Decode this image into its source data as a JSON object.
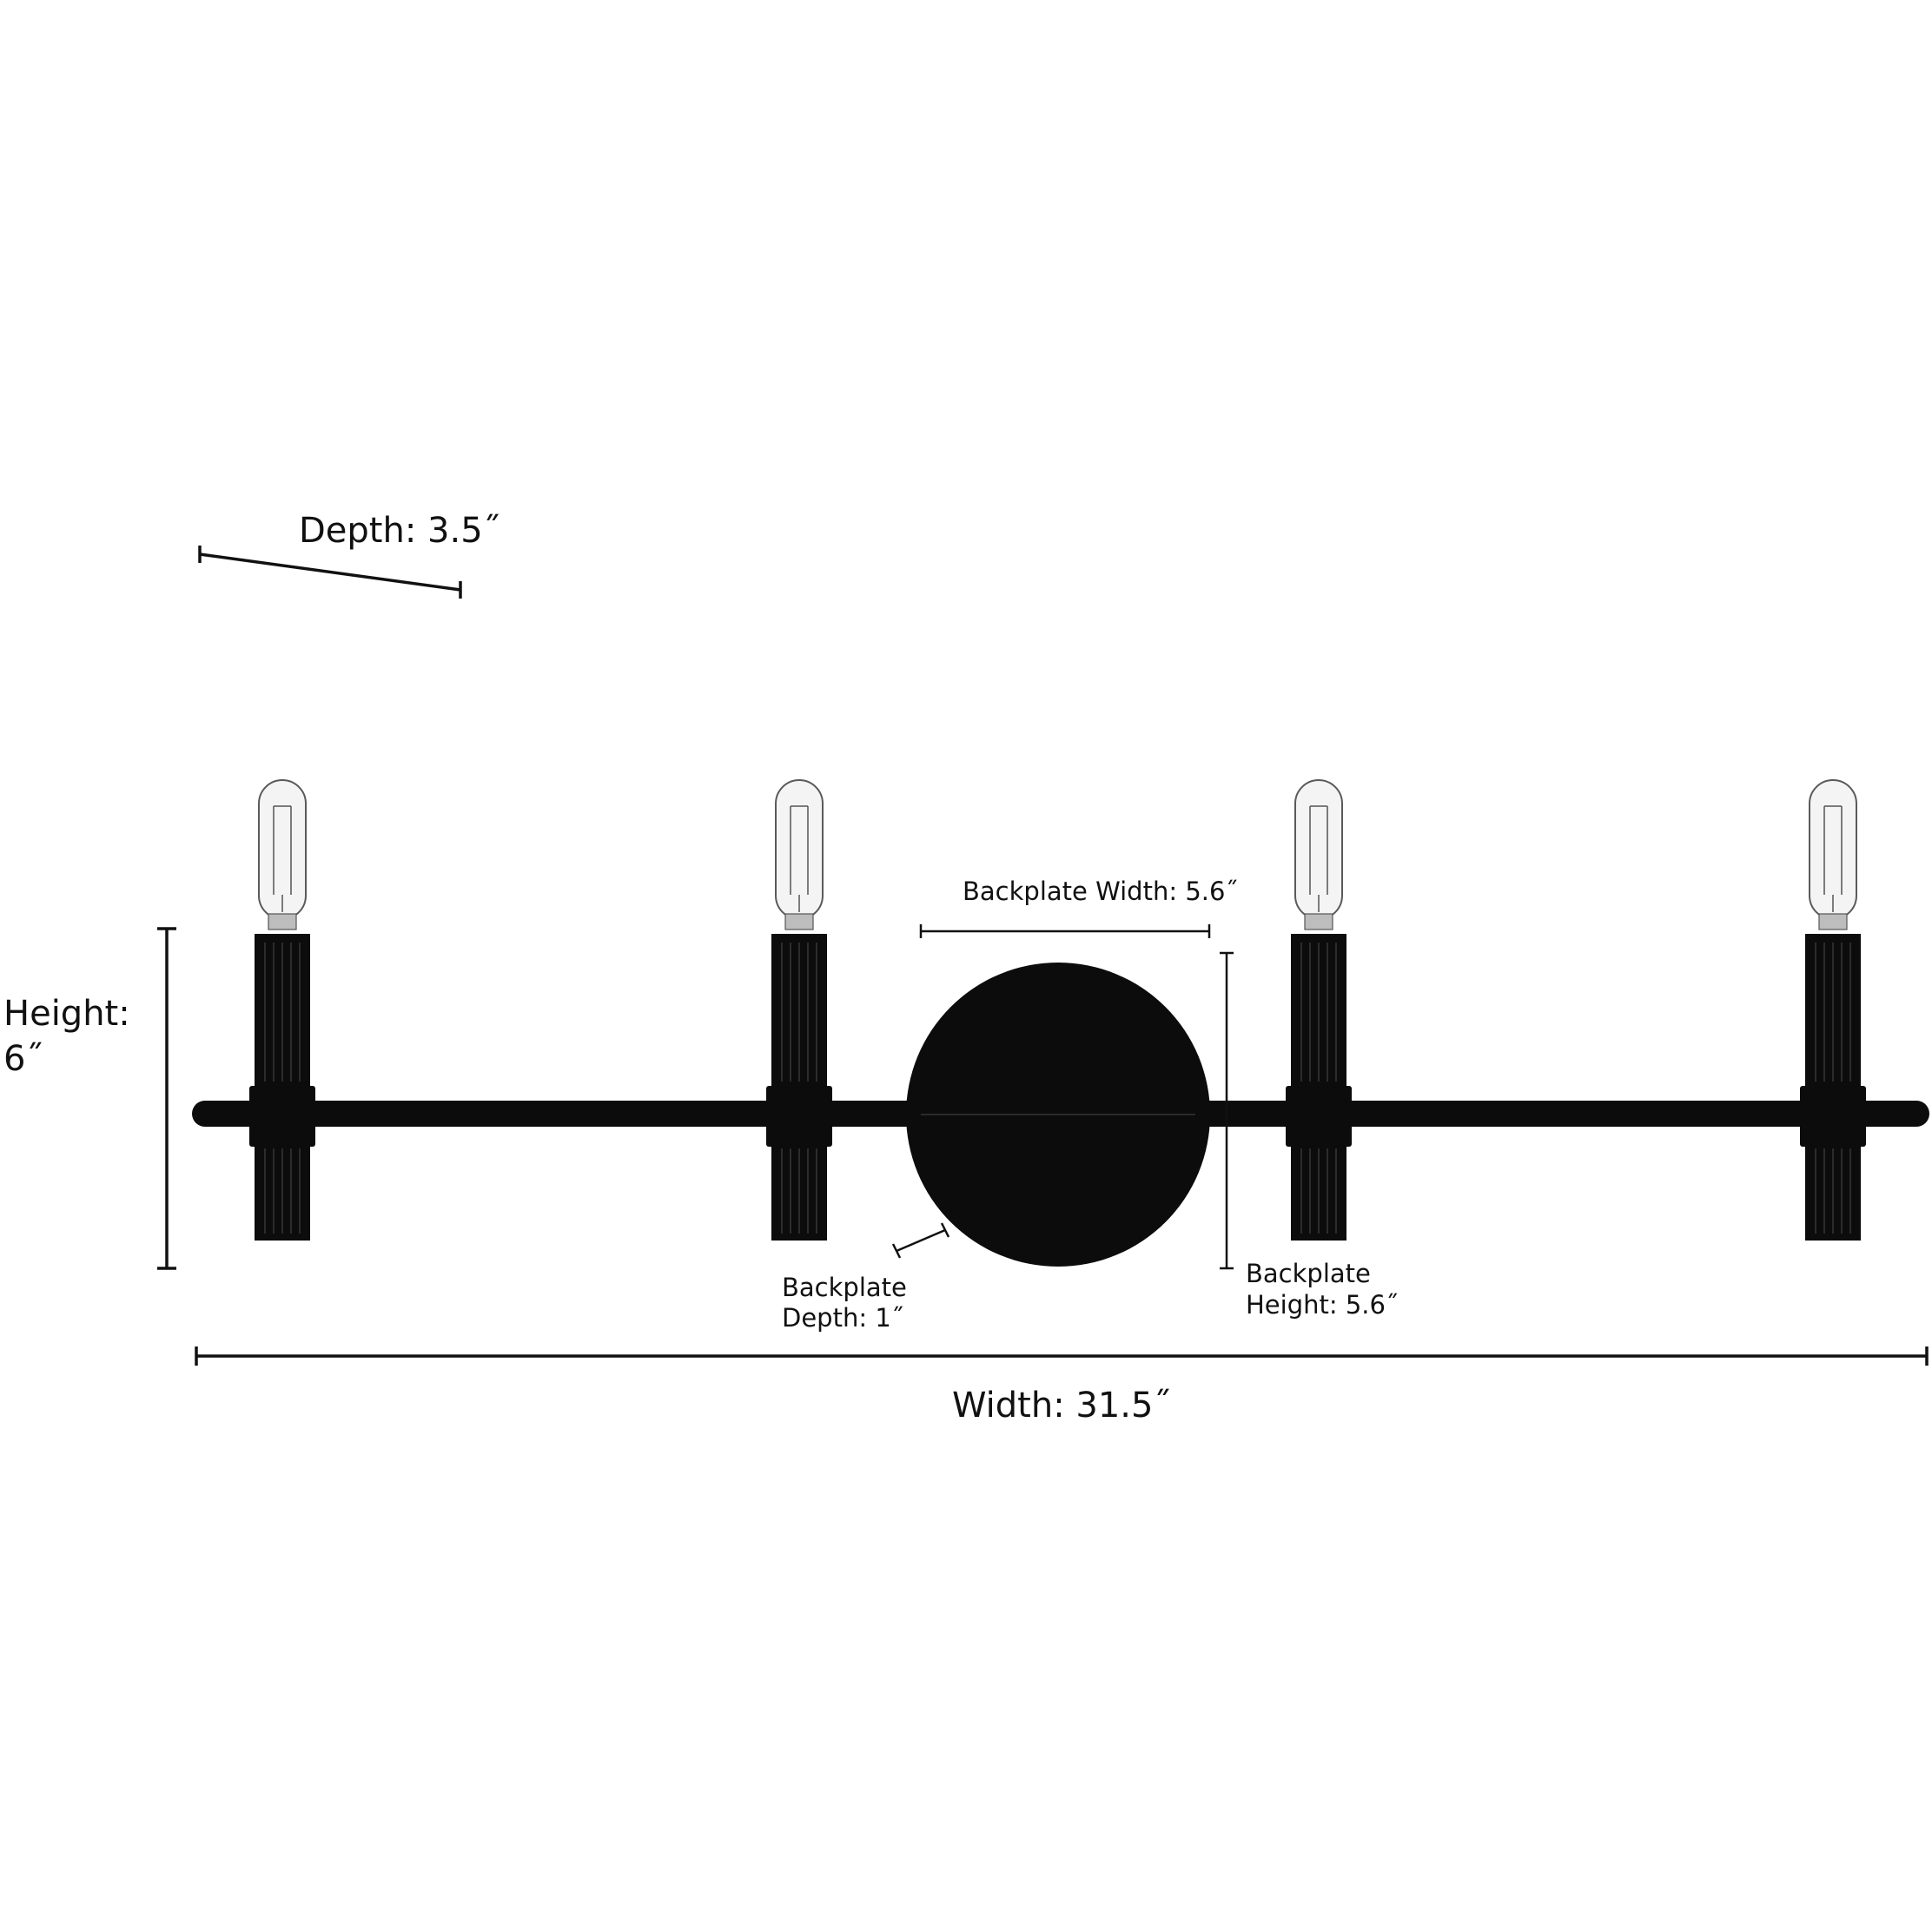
{
  "dimensions": {
    "depth": "Depth: 3.5˝",
    "height_label": "Height:",
    "height_value": "6˝",
    "width": "Width: 31.5˝",
    "backplate_width": "Backplate Width: 5.6˝",
    "backplate_height_label": "Backplate",
    "backplate_height_value": "Height: 5.6˝",
    "backplate_depth_label": "Backplate",
    "backplate_depth_value": "Depth: 1˝"
  },
  "fixture": {
    "light_count": 4,
    "finish_color": "#0c0c0c",
    "bulb_type": "tubular clear bulb"
  }
}
